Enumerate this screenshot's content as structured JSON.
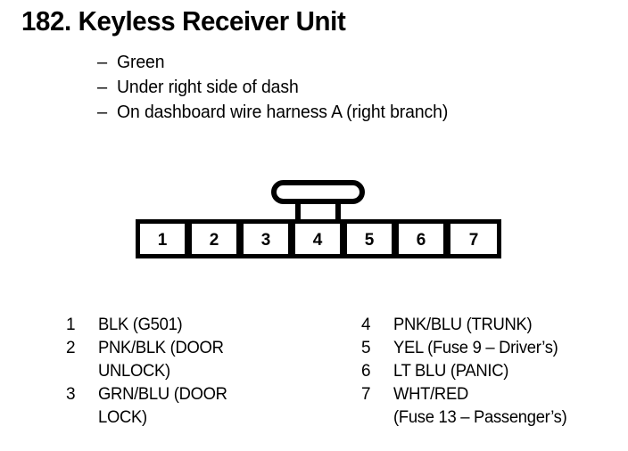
{
  "title": "182.  Keyless Receiver Unit",
  "notes": {
    "dash": "–",
    "items": [
      "Green",
      "Under right side of dash",
      "On dashboard wire harness A (right branch)"
    ]
  },
  "connector": {
    "name": "7-pin connector",
    "latch": "latch-tab",
    "pins": [
      "1",
      "2",
      "3",
      "4",
      "5",
      "6",
      "7"
    ]
  },
  "legend": {
    "left": [
      {
        "pin": "1",
        "label": "BLK (G501)"
      },
      {
        "pin": "2",
        "label": "PNK/BLK (DOOR\nUNLOCK)"
      },
      {
        "pin": "3",
        "label": "GRN/BLU (DOOR\nLOCK)"
      }
    ],
    "right": [
      {
        "pin": "4",
        "label": "PNK/BLU (TRUNK)"
      },
      {
        "pin": "5",
        "label": "YEL (Fuse 9 – Driver’s)"
      },
      {
        "pin": "6",
        "label": "LT BLU (PANIC)"
      },
      {
        "pin": "7",
        "label": "WHT/RED\n(Fuse 13 – Passenger’s)"
      }
    ]
  },
  "colors": {
    "ink": "#000000",
    "paper": "#ffffff"
  }
}
